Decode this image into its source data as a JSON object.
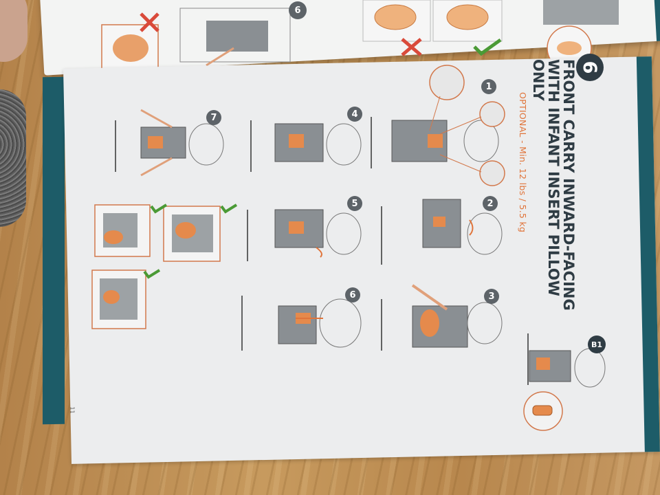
{
  "section": {
    "number": "6",
    "title": "FRONT CARRY INWARD-FACING WITH INFANT INSERT PILLOW ONLY",
    "subtitle": "OPTIONAL - Min. 12 lbs / 5.5 kg"
  },
  "steps": [
    "1",
    "2",
    "3",
    "4",
    "5",
    "6",
    "7"
  ],
  "insert_label": "B1",
  "prev_step_badge": "6",
  "page_number": "11",
  "colors": {
    "teal": "#1d5c68",
    "accent": "#e0743a",
    "check": "#4a9a35",
    "cross": "#d94a3a",
    "badge": "#2f3c44"
  },
  "icons": [
    "check-icon",
    "cross-icon",
    "arrow-icon"
  ]
}
